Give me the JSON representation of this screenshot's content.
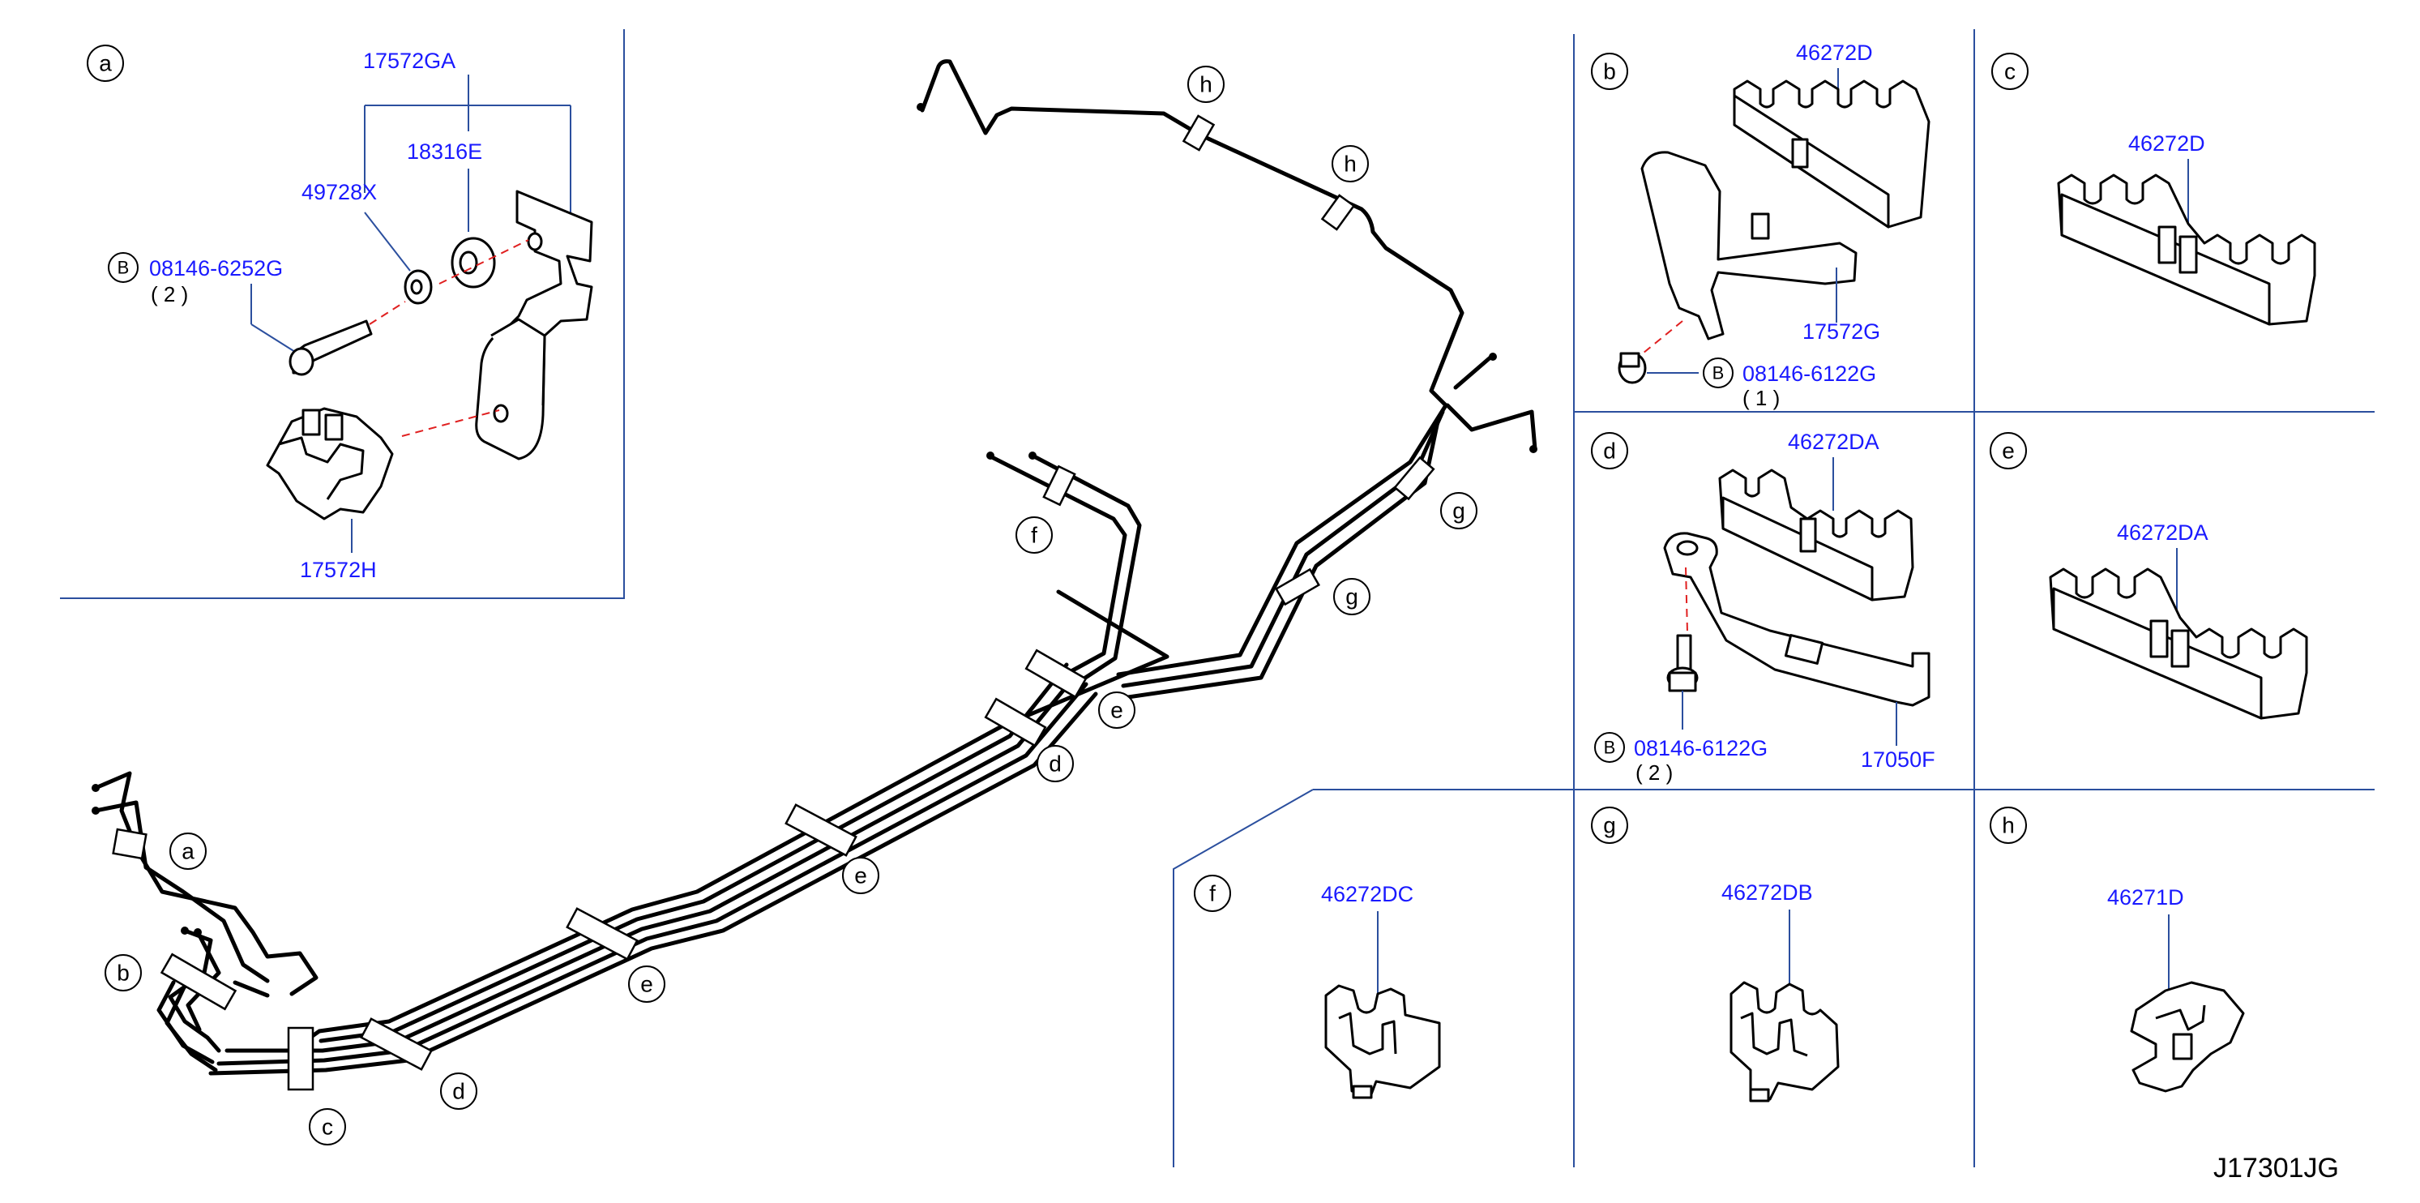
{
  "callouts": {
    "a": "a",
    "b": "b",
    "c": "c",
    "d": "d",
    "e": "e",
    "f": "f",
    "g": "g",
    "h": "h"
  },
  "bolt_marker": "B",
  "panel_a": {
    "parts": {
      "p17572GA": "17572GA",
      "p18316E": "18316E",
      "p49728X": "49728X",
      "p08146_6252G": "08146-6252G",
      "qty": "( 2 )",
      "p17572H": "17572H"
    }
  },
  "panel_b": {
    "parts": {
      "p46272D": "46272D",
      "p17572G": "17572G",
      "p08146_6122G": "08146-6122G",
      "qty": "( 1 )"
    }
  },
  "panel_c": {
    "parts": {
      "p46272D": "46272D"
    }
  },
  "panel_d": {
    "parts": {
      "p46272DA": "46272DA",
      "p08146_6122G": "08146-6122G",
      "qty": "( 2 )",
      "p17050F": "17050F"
    }
  },
  "panel_e": {
    "parts": {
      "p46272DA": "46272DA"
    }
  },
  "panel_f": {
    "parts": {
      "p46272DC": "46272DC"
    }
  },
  "panel_g": {
    "parts": {
      "p46272DB": "46272DB"
    }
  },
  "panel_h": {
    "parts": {
      "p46271D": "46271D"
    }
  },
  "diagram_code": "J17301JG",
  "colors": {
    "part_number": "#1a1aff",
    "panel_border": "#2b4f9e",
    "dashed_leader": "#e02020"
  }
}
